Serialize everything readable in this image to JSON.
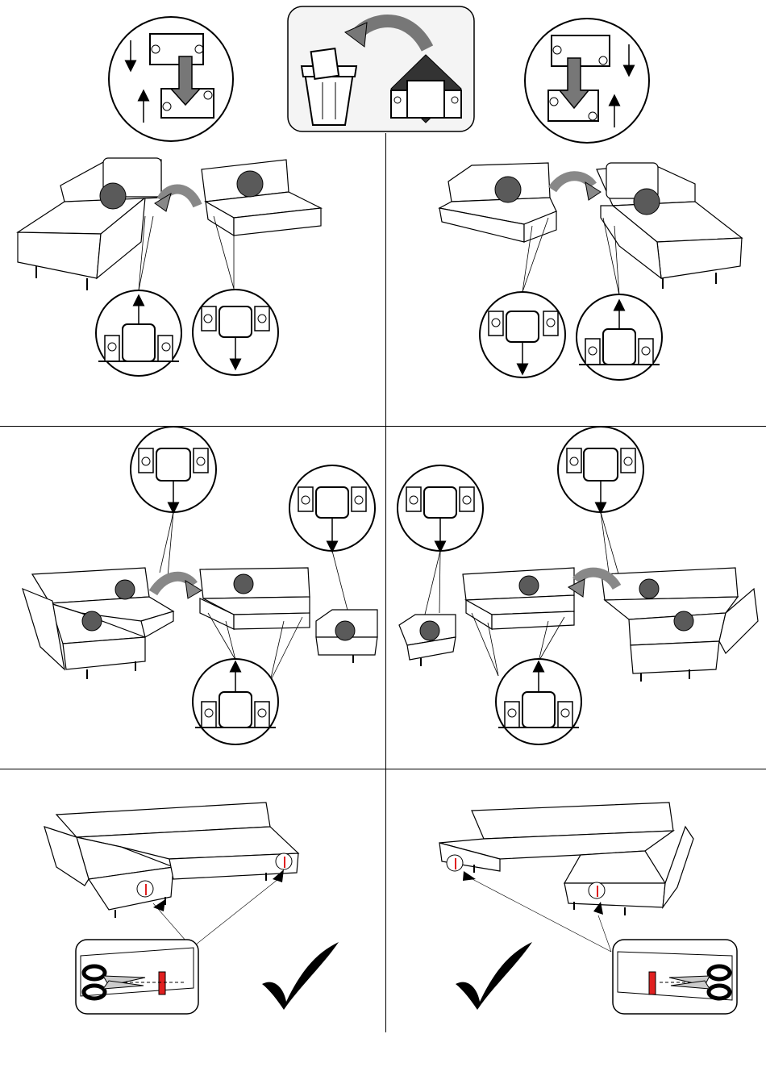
{
  "document": {
    "type": "sectional-sofa-assembly-instructions",
    "panels": [
      {
        "id": "header",
        "icons": [
          "bracket-down-icon",
          "trash-bin-icon",
          "rotate-arrow-icon",
          "bracket-cover-icon",
          "bracket-down-icon"
        ]
      },
      {
        "id": "connect-left-corner",
        "arrow": "connect-arrow-icon"
      },
      {
        "id": "connect-right-corner",
        "arrow": "connect-arrow-icon"
      },
      {
        "id": "connect-left-ottoman",
        "arrow": "connect-arrow-icon"
      },
      {
        "id": "connect-right-ottoman",
        "arrow": "connect-arrow-icon"
      },
      {
        "id": "cut-strap-left",
        "icons": [
          "scissors-icon",
          "checkmark-icon"
        ]
      },
      {
        "id": "cut-strap-right",
        "icons": [
          "scissors-icon",
          "checkmark-icon"
        ]
      }
    ]
  },
  "colors": {
    "marker": "#5a5a5a",
    "arrow_fill": "#888888",
    "strap": "#e02020",
    "line": "#000000",
    "header_box": "#f2f2f2"
  }
}
